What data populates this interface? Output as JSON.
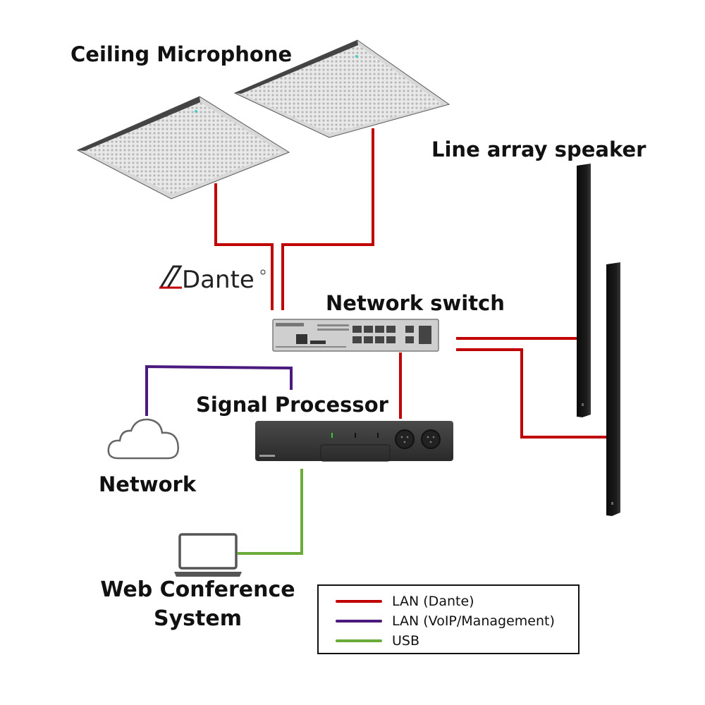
{
  "labels": {
    "ceiling_microphone": "Ceiling Microphone",
    "line_array_speaker": "Line array speaker",
    "network_switch": "Network switch",
    "signal_processor": "Signal Processor",
    "network": "Network",
    "web_conference_line1": "Web Conference",
    "web_conference_line2": "System",
    "dante_logo": "Dante"
  },
  "legend": {
    "items": [
      {
        "label": "LAN (Dante)",
        "color": "#c00000"
      },
      {
        "label": "LAN (VoIP/Management)",
        "color": "#4b1a7f"
      },
      {
        "label": "USB",
        "color": "#6aab3a"
      }
    ]
  },
  "colors": {
    "dante": "#c00000",
    "voip": "#4b1a7f",
    "usb": "#6aab3a"
  }
}
